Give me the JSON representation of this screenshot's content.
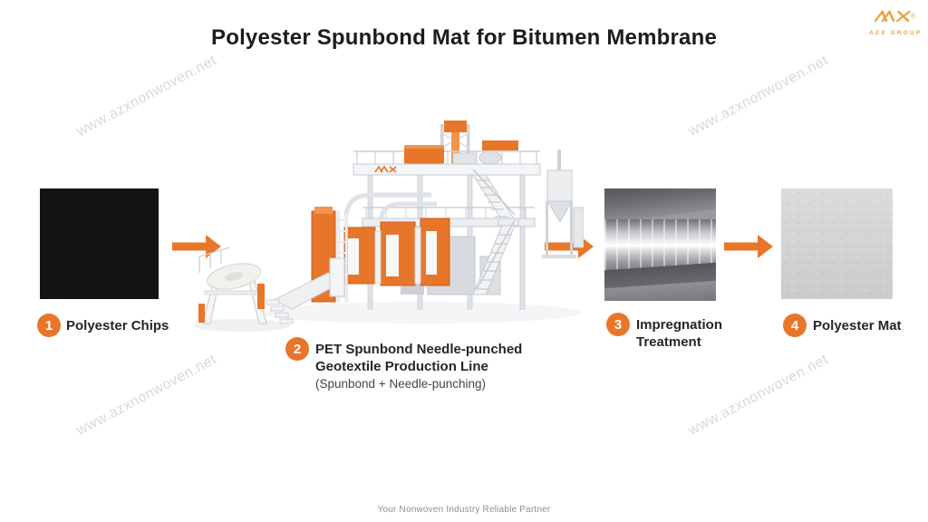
{
  "title": "Polyester Spunbond Mat for Bitumen Membrane",
  "header_logo": {
    "brand": "AZX GROUP",
    "registered_mark": "®"
  },
  "watermark": {
    "text": "www.azxnonwoven.net"
  },
  "steps": [
    {
      "number": "1",
      "label": "Polyester Chips",
      "image": "polyester-chips-photo"
    },
    {
      "number": "2",
      "lines": [
        "PET Spunbond Needle-punched",
        "Geotextile Production Line",
        "(Spunbond + Needle-punching)"
      ],
      "image": "spunbond-production-line-illustration"
    },
    {
      "number": "3",
      "label": "Impregnation Treatment",
      "image": "impregnation-roller-photo"
    },
    {
      "number": "4",
      "label": "Polyester Mat",
      "image": "polyester-mat-photo"
    }
  ],
  "footer": {
    "tagline": "Your Nonwoven Industry Reliable Partner"
  },
  "colors": {
    "accent_orange": "#E8762A",
    "logo_orange": "#E9A23F",
    "machine_orange": "#E8762A",
    "title_text": "#1C1C1C",
    "watermark_gray": "#D9D9D9",
    "footer_gray": "#8F8F8F"
  }
}
